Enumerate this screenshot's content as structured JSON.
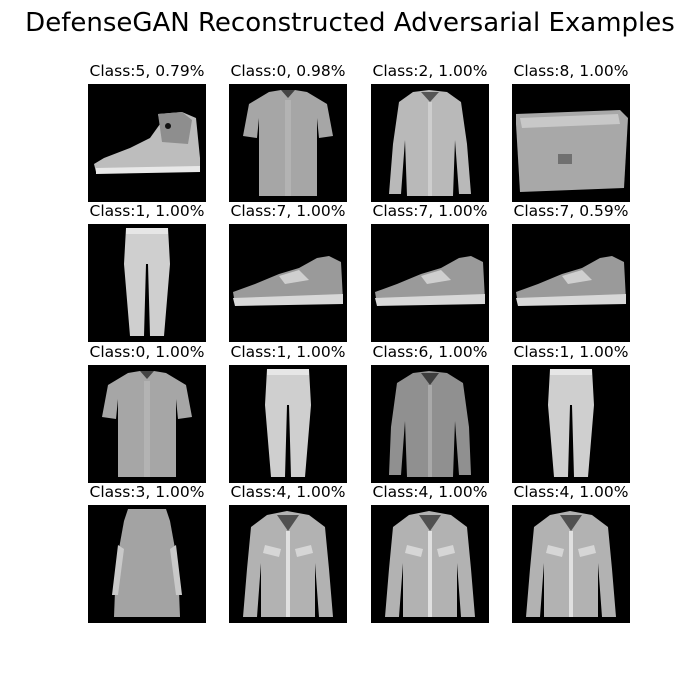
{
  "figure": {
    "title": "DefenseGAN Reconstructed Adversarial Examples",
    "panels": [
      {
        "label": "Class:5, 0.79%",
        "item": "sneaker-high-top"
      },
      {
        "label": "Class:0, 0.98%",
        "item": "tshirt"
      },
      {
        "label": "Class:2, 1.00%",
        "item": "pullover"
      },
      {
        "label": "Class:8, 1.00%",
        "item": "bag"
      },
      {
        "label": "Class:1, 1.00%",
        "item": "trouser"
      },
      {
        "label": "Class:7, 1.00%",
        "item": "sneaker"
      },
      {
        "label": "Class:7, 1.00%",
        "item": "sneaker"
      },
      {
        "label": "Class:7, 0.59%",
        "item": "sneaker"
      },
      {
        "label": "Class:0, 1.00%",
        "item": "tshirt"
      },
      {
        "label": "Class:1, 1.00%",
        "item": "trouser"
      },
      {
        "label": "Class:6, 1.00%",
        "item": "shirt"
      },
      {
        "label": "Class:1, 1.00%",
        "item": "trouser"
      },
      {
        "label": "Class:3, 1.00%",
        "item": "dress"
      },
      {
        "label": "Class:4, 1.00%",
        "item": "coat"
      },
      {
        "label": "Class:4, 1.00%",
        "item": "coat"
      },
      {
        "label": "Class:4, 1.00%",
        "item": "coat"
      }
    ]
  }
}
